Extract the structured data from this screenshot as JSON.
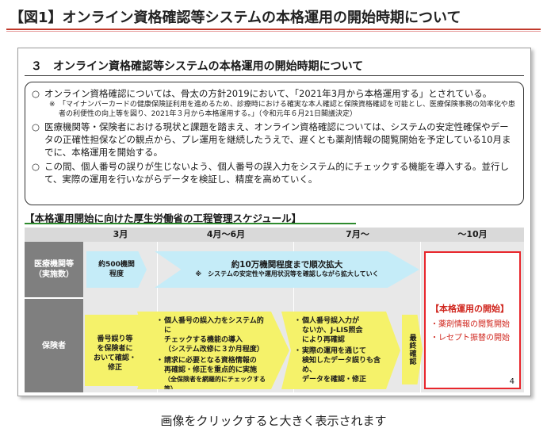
{
  "figure": {
    "title": "【図1】オンライン資格確認等システムの本格運用の開始時期について",
    "caption": "画像をクリックすると大きく表示されます"
  },
  "slide": {
    "heading": "３　オンライン資格確認等システムの本格運用の開始時期について",
    "bullets": [
      {
        "mark": "○",
        "text": "オンライン資格確認については、骨太の方針2019において、「2021年3月から本格運用する」とされている。"
      },
      {
        "mark": "※",
        "text": "「マイナンバーカードの健康保険証利用を進めるため、診療時における確実な本人確認と保険資格確認を可能とし、医療保険事務の効率化や患者の利便性の向上等を図り、2021年３月から本格運用する。」（令和元年６月21日閣議決定）"
      },
      {
        "mark": "○",
        "text": "医療機関等・保険者における現状と課題を踏まえ、オンライン資格確認については、システムの安定性確保やデータの正確性担保などの観点から、プレ運用を継続したうえで、遅くとも薬剤情報の閲覧開始を予定している10月までに、本格運用を開始する。"
      },
      {
        "mark": "○",
        "text": "この間、個人番号の誤りが生じないよう、個人番号の誤入力をシステム的にチェックする機能を導入する。並行して、実際の運用を行いながらデータを検証し、精度を高めていく。"
      }
    ],
    "schedule_title": "【本格運用開始に向けた厚生労働省の工程管理スケジュール】",
    "columns": [
      "3月",
      "4月～6月",
      "7月～",
      "～10月"
    ],
    "rows": {
      "medical": {
        "label_line1": "医療機関等",
        "label_line2": "（実施数）"
      },
      "insurer": {
        "label": "保険者"
      }
    },
    "medical_arrow1": {
      "line1": "約500機関",
      "line2": "程度"
    },
    "medical_arrow2": {
      "main": "約10万機関程度まで順次拡大",
      "note": "※　システムの安定性や運用状況等を確認しながら拡大していく"
    },
    "insurer_arrow1": {
      "line1": "番号誤り等",
      "line2": "を保険者に",
      "line3": "おいて確認・",
      "line4": "修正"
    },
    "insurer_arrow2": {
      "item1_a": "個人番号の誤入力をシステム的に",
      "item1_b": "チェックする機能の導入",
      "item1_c": "（システム改修に３か月程度）",
      "item2_a": "請求に必要となる資格情報の",
      "item2_b": "再確認・修正を重点的に実施",
      "item2_c": "（全保険者を網羅的にチェックする等）"
    },
    "insurer_arrow3": {
      "item1_a": "個人番号誤入力が",
      "item1_b": "ないか、J-LIS照会",
      "item1_c": "により再確認",
      "item2_a": "実際の運用を通じて",
      "item2_b": "検知したデータ誤りも含め、",
      "item2_c": "データを確認・修正"
    },
    "final_check": "最終確認",
    "final_box": {
      "title": "【本格運用の開始】",
      "items": [
        "・薬剤情報の閲覧開始",
        "・レセプト振替の開始"
      ]
    },
    "page_number": "4"
  },
  "colors": {
    "accent_red": "#d0271f",
    "rule_green": "#2e8b2e",
    "arrow_blue": "#c5ecf8",
    "arrow_yellow": "#f5f26a",
    "label_gray": "#7f7f7f"
  }
}
